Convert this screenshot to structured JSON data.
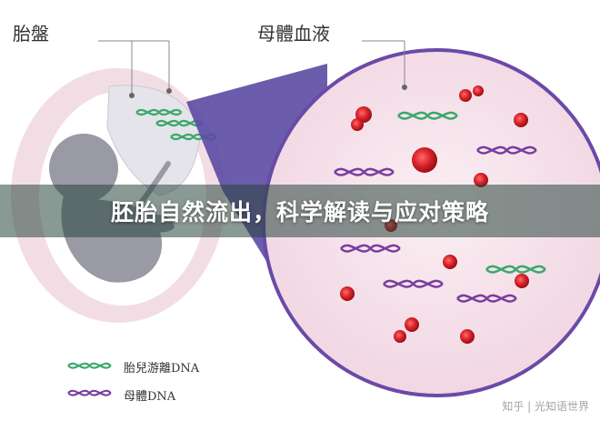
{
  "labels": {
    "placenta": "胎盤",
    "maternal_blood": "母體血液"
  },
  "legend": {
    "fetal_dna": "胎兒游離DNA",
    "maternal_dna": "母體DNA"
  },
  "banner": {
    "title": "胚胎自然流出，科学解读与应对策略"
  },
  "watermark": "知乎 | 光知语世界",
  "colors": {
    "fetal_dna": "#3aa86b",
    "maternal_dna": "#7a3d9e",
    "blood_cell": "#d8232a",
    "circle_fill": "#f6e3ec",
    "circle_border": "#6a4aa8",
    "funnel": "#5b4aa3",
    "placenta_ring": "#f3dde5"
  },
  "icons": [
    "dna-strand-icon",
    "red-blood-cell-icon"
  ]
}
